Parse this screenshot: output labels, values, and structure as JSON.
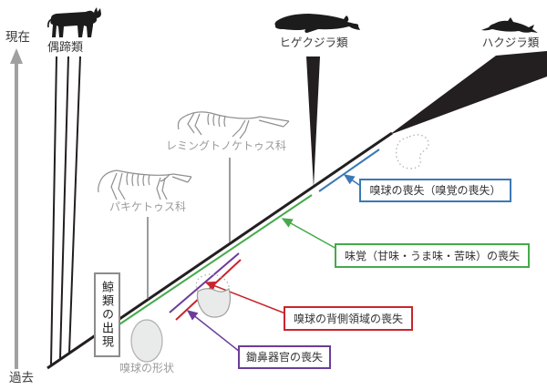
{
  "figure": {
    "description_type": "cetacean-evolution-phylogeny-diagram",
    "background": "#ffffff"
  },
  "time_axis": {
    "present_label": "現在",
    "past_label": "過去",
    "color": "#a0a0a2"
  },
  "taxa": {
    "ungulates": {
      "label": "偶蹄類",
      "icon": "cow-silhouette"
    },
    "baleen_whales": {
      "label": "ヒゲクジラ類",
      "icon": "baleen-whale-silhouette"
    },
    "toothed_whales": {
      "label": "ハクジラ類",
      "icon": "dolphin-silhouette"
    }
  },
  "fossils": {
    "remingtonocetidae": {
      "label": "レミングトノケトゥス科",
      "icon": "remingtonocetus-skeleton"
    },
    "pakicetidae": {
      "label": "パキケトゥス科",
      "icon": "pakicetus-skeleton"
    }
  },
  "events": {
    "cetacean_origin": {
      "label": "鯨類の出現",
      "color": "#8c8c8c"
    },
    "olfactory_bulb_shape": {
      "label": "嗅球の形状",
      "color": "#9b9b9b"
    },
    "olfactory_loss": {
      "label": "嗅球の喪失（嗅覚の喪失）",
      "color": "#3b78b5"
    },
    "taste_loss": {
      "label": "味覚（甘味・うま味・苦味）の喪失",
      "color": "#44ab4a"
    },
    "dorsal_region_loss": {
      "label": "嗅球の背側領域の喪失",
      "color": "#c9252c"
    },
    "vomeronasal_loss": {
      "label": "鋤鼻器官の喪失",
      "color": "#6a3d9a"
    }
  },
  "graphic_colors": {
    "lineage_black": "#231f20",
    "sketch_gray": "#8f8f8f",
    "bulb_fill": "#e9ebea",
    "bulb_outline": "#b0b0b0"
  }
}
